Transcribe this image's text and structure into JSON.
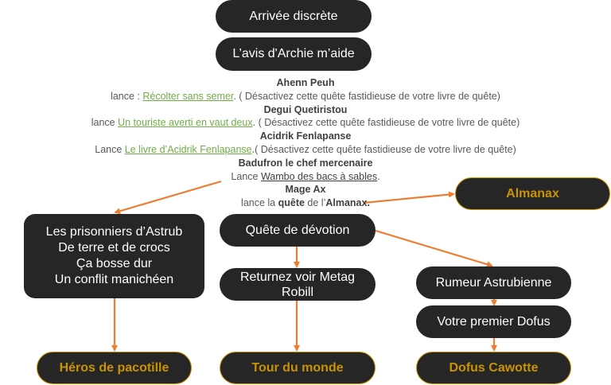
{
  "diagram": {
    "top_nodes": [
      "Arrivée discrète",
      "L’avis d'Archie m’aide"
    ],
    "npc_block": [
      {
        "name": "Ahenn Peuh",
        "prefix": "lance : ",
        "quest": "Récolter sans semer",
        "suffix": ". ( Désactivez cette quête fastidieuse de votre livre de quête)"
      },
      {
        "name": "Degui Quetiristou",
        "prefix": "lance ",
        "quest": "Un touriste averti en vaut deux",
        "suffix": ". ( Désactivez cette quête fastidieuse de votre livre de quête)"
      },
      {
        "name": "Acidrik Fenlapanse",
        "prefix": "Lance ",
        "quest": "Le livre d’Acidrik Fenlapanse",
        "suffix": ".( Désactivez cette quête fastidieuse de votre livre de quête)"
      },
      {
        "name": "Badufron le chef mercenaire",
        "prefix": "Lance ",
        "quest": "Wambo des bacs à sables",
        "suffix": "."
      },
      {
        "name": "Mage Ax",
        "prefix": "lance la ",
        "bold1": "quête",
        "mid": " de l’",
        "bold2": "Almanax."
      }
    ],
    "almanax": "Almanax",
    "left_group": [
      "Les prisonniers d’Astrub",
      "De terre et de crocs",
      "Ça bosse dur",
      "Un conflit manichéen"
    ],
    "devotion": "Quête de dévotion",
    "metag": [
      "Returnez voir Metag",
      "Robill"
    ],
    "rumeur": "Rumeur Astrubienne",
    "premier_dofus": "Votre premier Dofus",
    "goals": [
      "Héros de pacotille",
      "Tour du monde",
      "Dofus Cawotte"
    ],
    "colors": {
      "node_bg": "#262626",
      "goal_text": "#c99400",
      "arrow": "#ed7d31",
      "link": "#70ad47"
    }
  }
}
